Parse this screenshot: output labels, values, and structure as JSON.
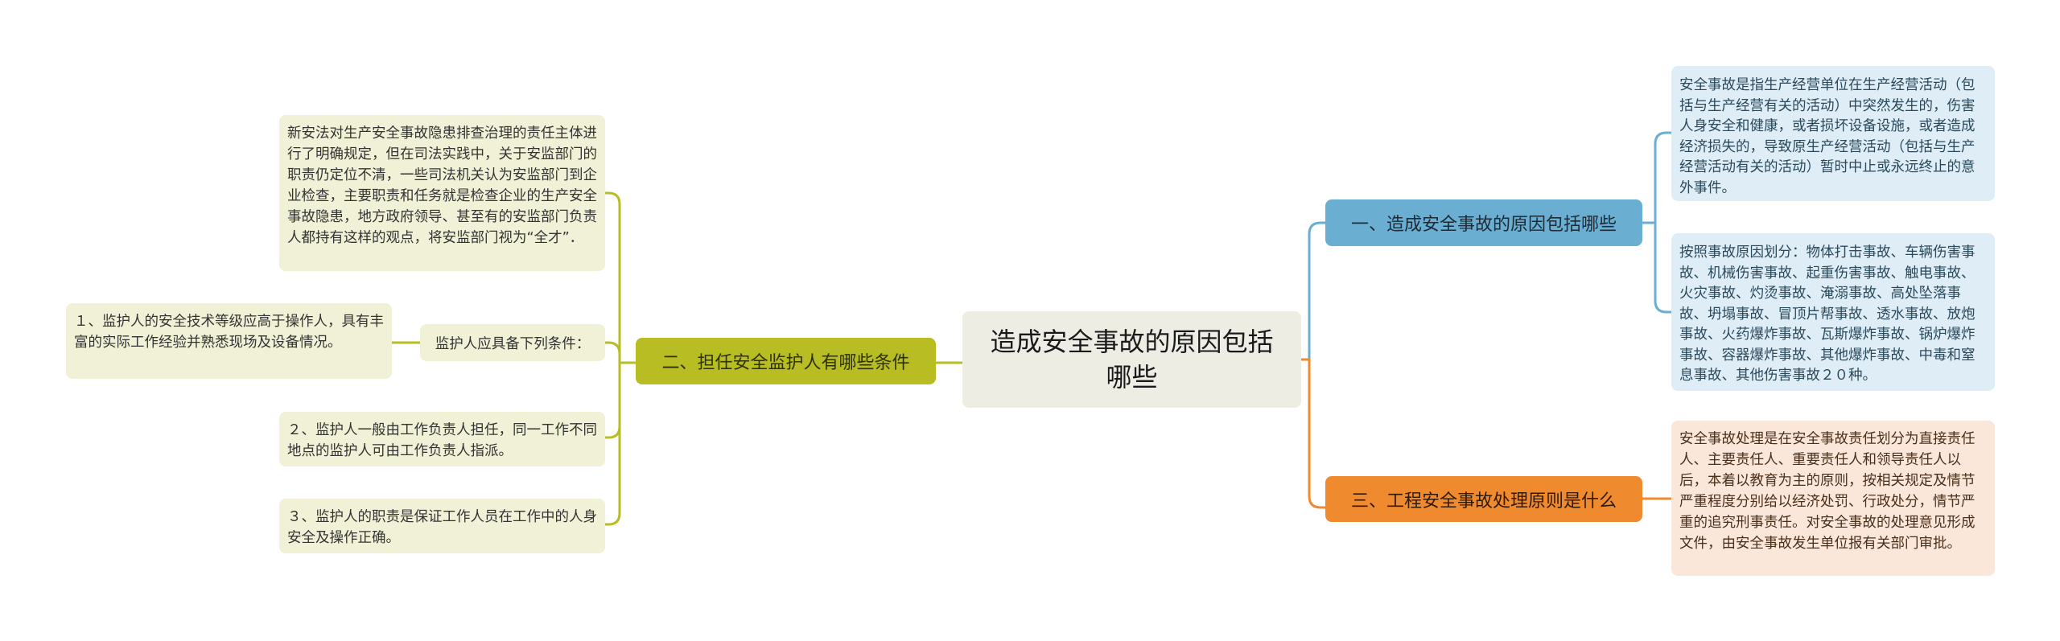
{
  "root": {
    "title": "造成安全事故的原因包括哪些"
  },
  "branches": [
    {
      "label": "一、造成安全事故的原因包括哪些",
      "color": "#6aaed2",
      "children": [
        "安全事故是指生产经营单位在生产经营活动（包括与生产经营有关的活动）中突然发生的，伤害人身安全和健康，或者损坏设备设施，或者造成经济损失的，导致原生产经营活动（包括与生产经营活动有关的活动）暂时中止或永远终止的意外事件。",
        "按照事故原因划分：物体打击事故、车辆伤害事故、机械伤害事故、起重伤害事故、触电事故、火灾事故、灼烫事故、淹溺事故、高处坠落事故、坍塌事故、冒顶片帮事故、透水事故、放炮事故、火药爆炸事故、瓦斯爆炸事故、锅炉爆炸事故、容器爆炸事故、其他爆炸事故、中毒和窒息事故、其他伤害事故２０种。"
      ]
    },
    {
      "label": "二、担任安全监护人有哪些条件",
      "color": "#b7bd22",
      "children": [
        "新安法对生产安全事故隐患排查治理的责任主体进行了明确规定，但在司法实践中，关于安监部门的职责仍定位不清，一些司法机关认为安监部门到企业检查，主要职责和任务就是检查企业的生产安全事故隐患，地方政府领导、甚至有的安监部门负责人都持有这样的观点，将安监部门视为“全才”．",
        "监护人应具备下列条件：",
        "２、监护人一般由工作负责人担任，同一工作不同地点的监护人可由工作负责人指派。",
        "３、监护人的职责是保证工作人员在工作中的人身安全及操作正确。"
      ],
      "grandchildren": [
        "１、监护人的安全技术等级应高于操作人，具有丰富的实际工作经验并熟悉现场及设备情况。"
      ]
    },
    {
      "label": "三、工程安全事故处理原则是什么",
      "color": "#f08a2e",
      "children": [
        "安全事故处理是在安全事故责任划分为直接责任人、主要责任人、重要责任人和领导责任人以后，本着以教育为主的原则，按相关规定及情节严重程度分别给以经济处罚、行政处分，情节严重的追究刑事责任。对安全事故的处理意见形成文件，由安全事故发生单位报有关部门审批。"
      ]
    }
  ]
}
